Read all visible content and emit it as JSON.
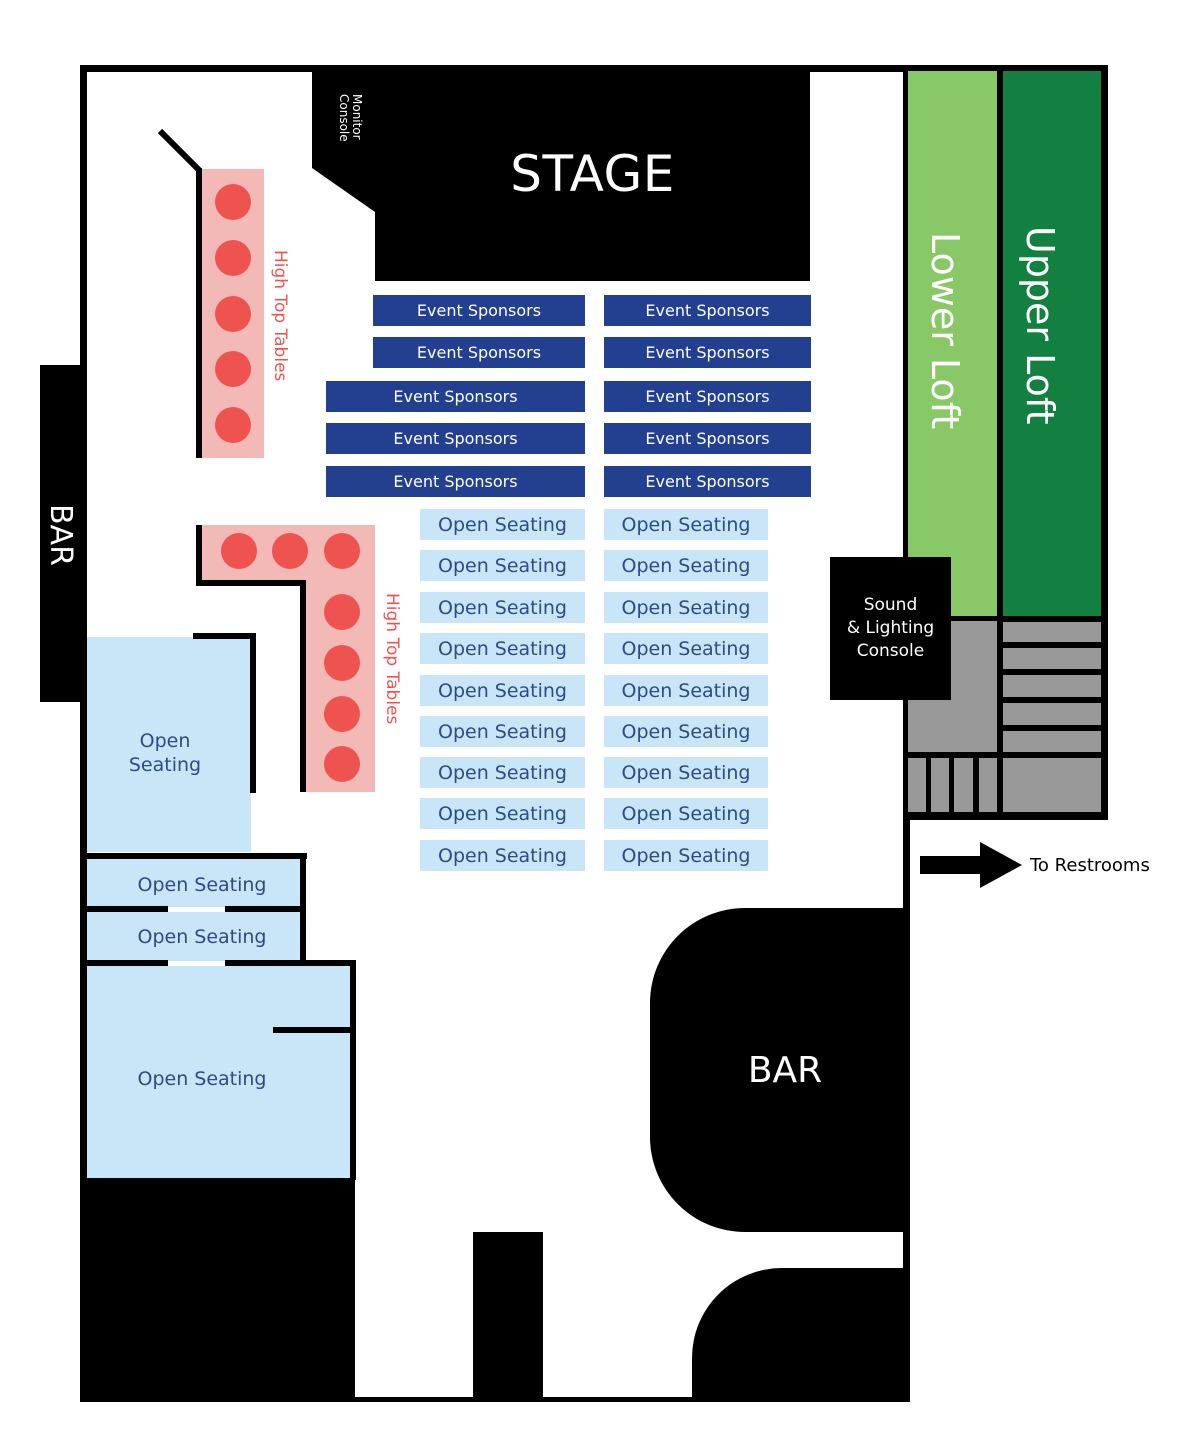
{
  "colors": {
    "event_sponsors": "#233f8f",
    "open_seating": "#c8e6f8",
    "open_seating_text": "#2c4a8c",
    "high_top_zone": "#f3b9b6",
    "high_top_table": "#ef5350",
    "high_top_text": "#ef5350",
    "lower_loft": "#88c866",
    "upper_loft": "#118040",
    "loft_steps": "#999999"
  },
  "stage": {
    "label": "STAGE"
  },
  "monitor_console": {
    "label": "Monitor\nConsole"
  },
  "bars": {
    "side_label": "BAR",
    "main_label": "BAR"
  },
  "high_top_tables": {
    "label": "High Top Tables"
  },
  "event_sponsors": {
    "label": "Event Sponsors"
  },
  "open_seating": {
    "row_label": "Open Seating",
    "side_area_label": "Open\nSeating"
  },
  "lofts": {
    "lower_label": "Lower Loft",
    "upper_label": "Upper Loft"
  },
  "sound_console": {
    "label": "Sound\n& Lighting\nConsole"
  },
  "restrooms": {
    "label": "To Restrooms",
    "icon": "arrow-right-icon"
  }
}
